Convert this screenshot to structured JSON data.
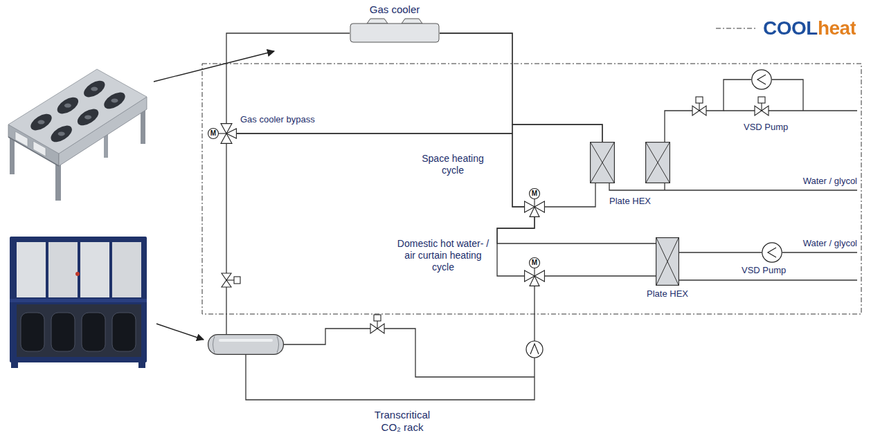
{
  "diagram": {
    "nodes": [
      {
        "text": [
          "Gas cooler"
        ]
      },
      {
        "text": [
          "M",
          "Gas cooler bypass"
        ]
      },
      {
        "text": [
          "M"
        ]
      },
      {
        "text": [
          "Plate HEX"
        ]
      },
      {
        "text": [
          "VSD Pump"
        ]
      },
      {
        "text": [
          "M"
        ]
      },
      {
        "text": [
          "Plate HEX"
        ]
      },
      {
        "text": [
          "VSD Pump"
        ]
      },
      {
        "text": [
          "Transcritical CO₂ rack"
        ]
      }
    ],
    "edges": [
      {
        "from": 0,
        "to": 1,
        "arrow": "none"
      },
      {
        "from": 2,
        "to": 3,
        "arrow": "none"
      },
      {
        "from": 3,
        "to": 0,
        "arrow": "none"
      },
      {
        "from": 2,
        "to": 0,
        "arrow": "none"
      },
      {
        "from": 3,
        "to": 1,
        "arrow": "none"
      },
      {
        "from": 2,
        "to": 1,
        "arrow": "none"
      },
      {
        "from": 4,
        "to": 3,
        "arrow": "none"
      },
      {
        "from": 5,
        "to": 2,
        "arrow": "none"
      },
      {
        "from": 5,
        "to": 6,
        "arrow": "none"
      },
      {
        "from": 6,
        "to": 2,
        "arrow": "none"
      },
      {
        "from": 7,
        "to": 6,
        "arrow": "none"
      },
      {
        "from": 8,
        "to": 5,
        "arrow": "none"
      },
      {
        "from": 1,
        "to": 8,
        "arrow": "none"
      }
    ],
    "labels": [
      "Space heating cycle",
      "Domestic hot water- / air curtain heating cycle",
      "Water / glycol",
      "Water / glycol"
    ],
    "legend": [
      {
        "text": "COOLheat"
      }
    ]
  }
}
